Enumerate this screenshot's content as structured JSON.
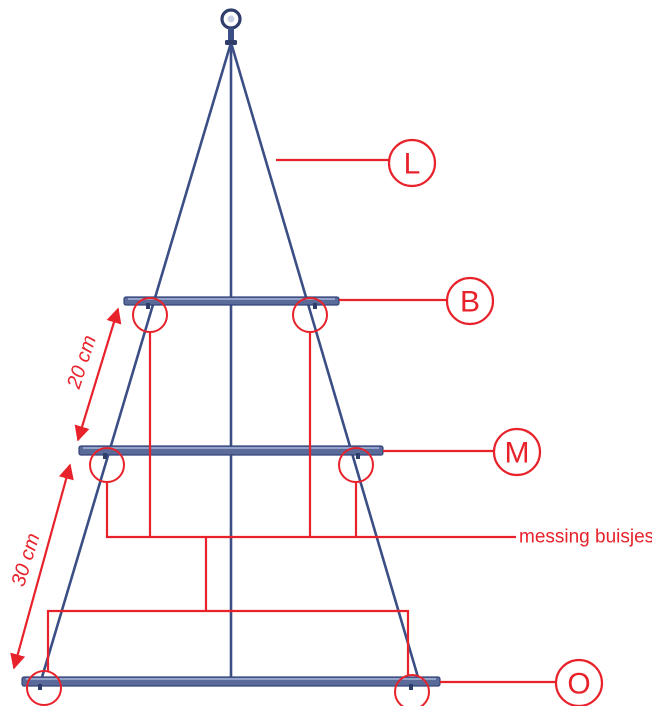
{
  "labels": {
    "top": "L",
    "upper_shelf": "B",
    "middle_shelf": "M",
    "bottom_shelf": "O"
  },
  "annotations": {
    "tubes": "messing buisjes"
  },
  "dimensions": {
    "upper_gap": "20 cm",
    "lower_gap": "30 cm"
  },
  "colors": {
    "rope": "#3b4f86",
    "bar": "#5a6b9a",
    "annotation": "#e8222b"
  },
  "icons": {
    "hanger": "eye-hook-icon"
  }
}
